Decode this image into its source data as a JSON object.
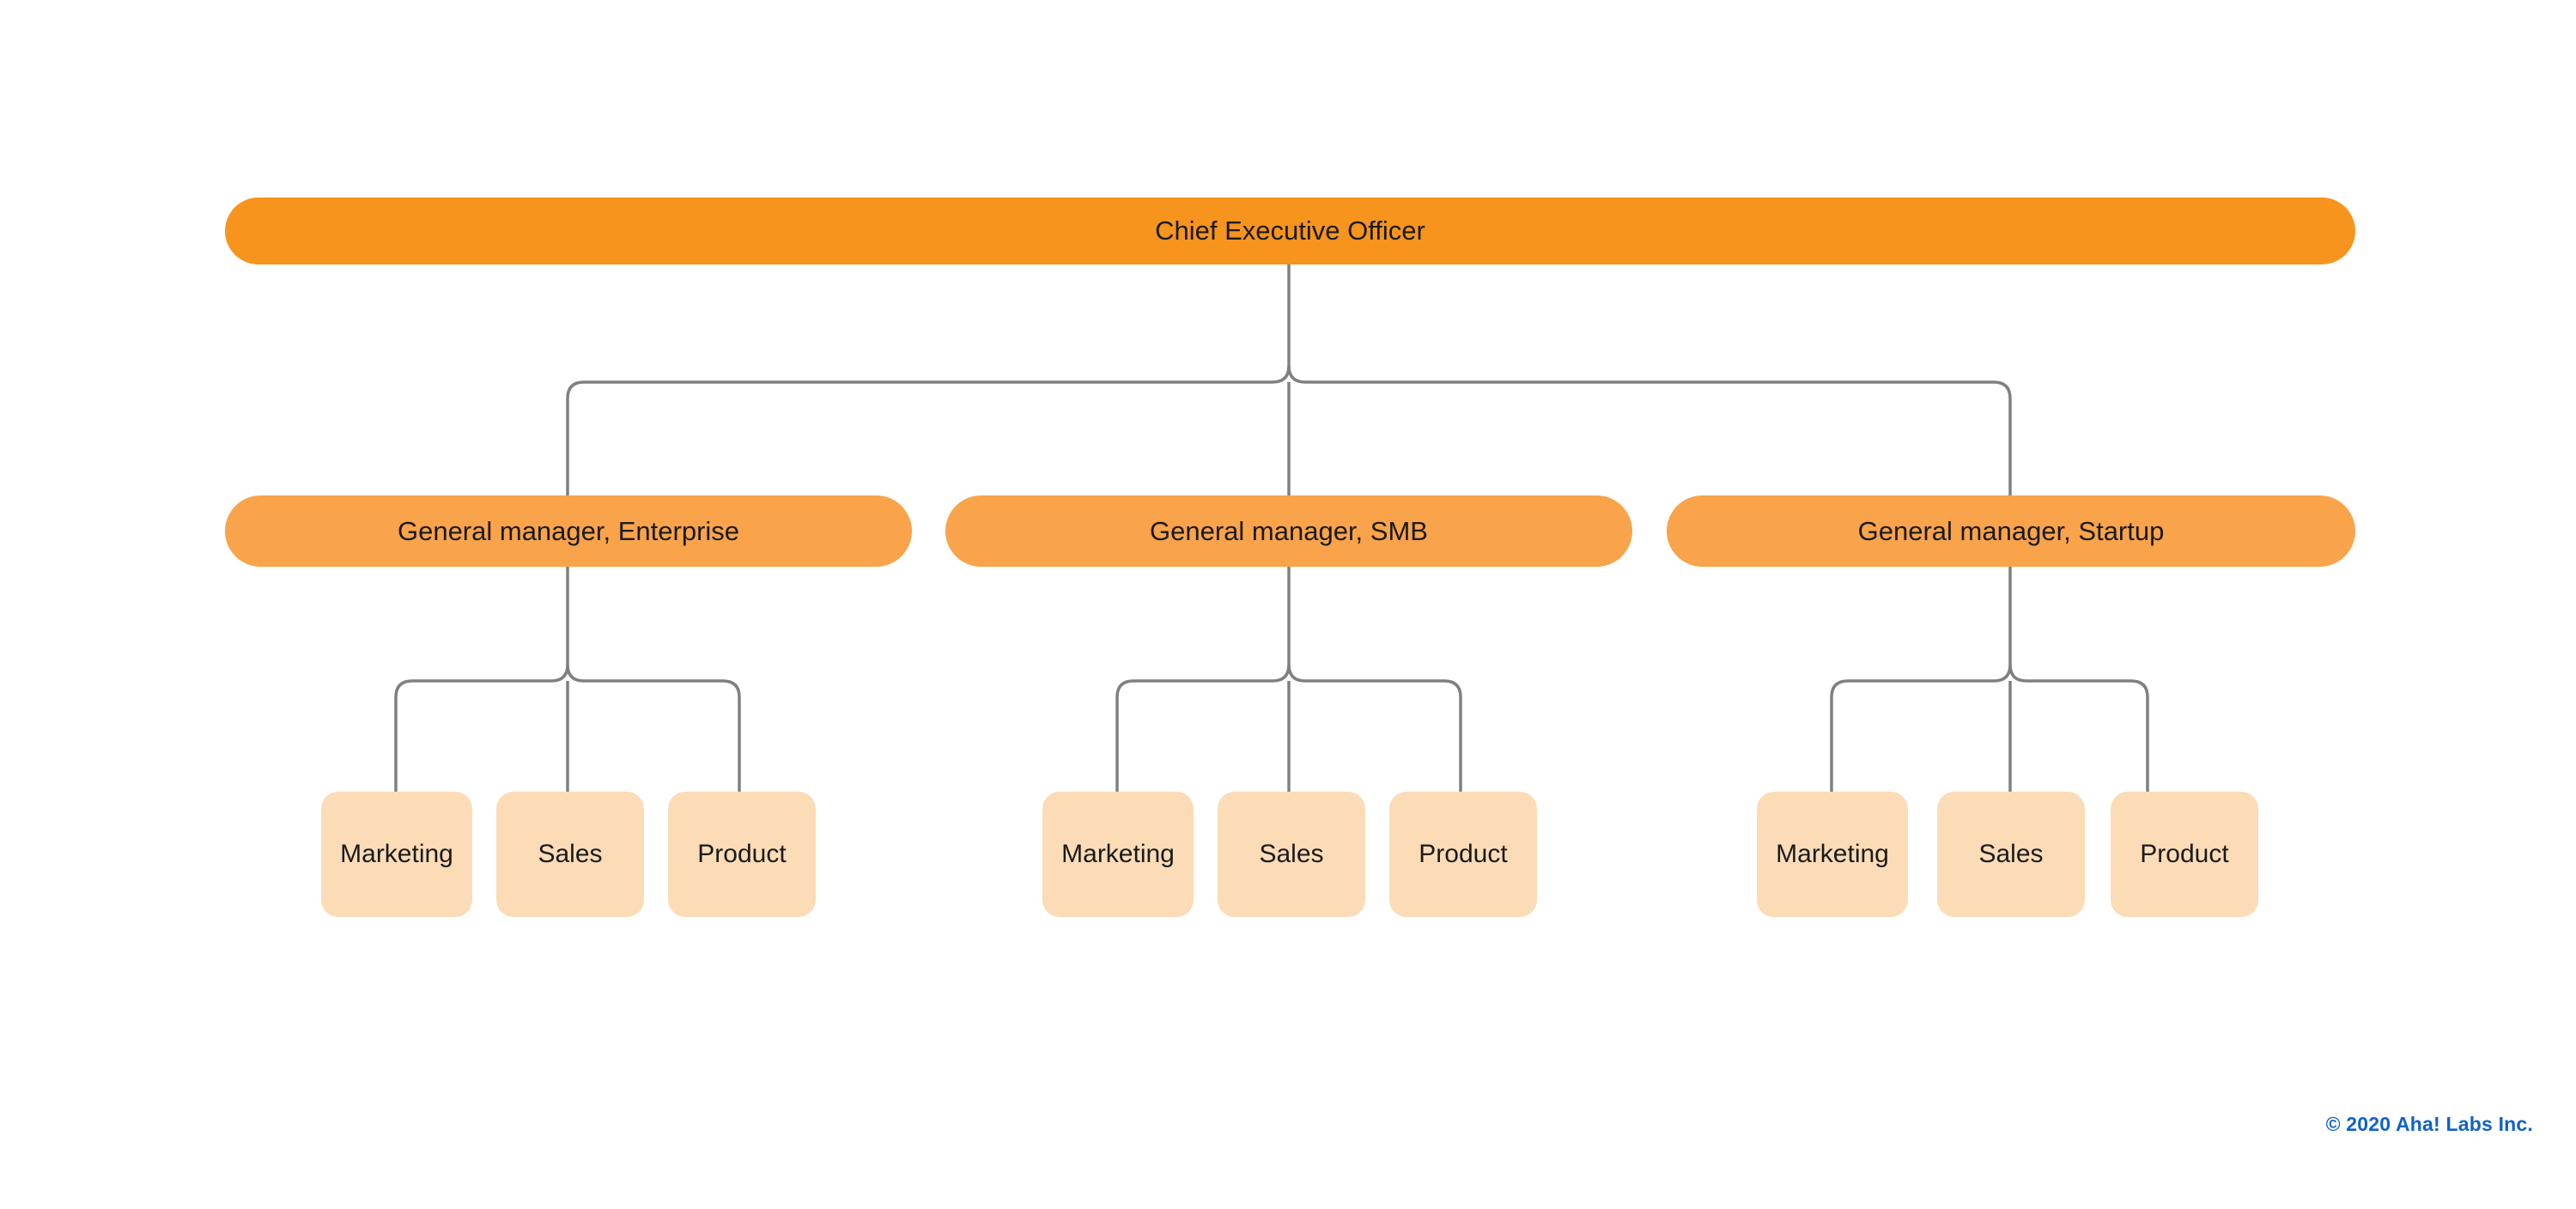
{
  "chart_data": {
    "type": "diagram",
    "diagram_type": "organizational-chart",
    "title": "",
    "levels": 3,
    "nodes": [
      {
        "id": "ceo",
        "label": "Chief Executive Officer",
        "level": 0,
        "parent": null,
        "color": "#F7941E"
      },
      {
        "id": "gm-enterprise",
        "label": "General manager, Enterprise",
        "level": 1,
        "parent": "ceo",
        "color": "#F9A34A"
      },
      {
        "id": "gm-smb",
        "label": "General manager, SMB",
        "level": 1,
        "parent": "ceo",
        "color": "#F9A34A"
      },
      {
        "id": "gm-startup",
        "label": "General manager, Startup",
        "level": 1,
        "parent": "ceo",
        "color": "#F9A34A"
      },
      {
        "id": "ent-marketing",
        "label": "Marketing",
        "level": 2,
        "parent": "gm-enterprise",
        "color": "#FBDCB7"
      },
      {
        "id": "ent-sales",
        "label": "Sales",
        "level": 2,
        "parent": "gm-enterprise",
        "color": "#FBDCB7"
      },
      {
        "id": "ent-product",
        "label": "Product",
        "level": 2,
        "parent": "gm-enterprise",
        "color": "#FBDCB7"
      },
      {
        "id": "smb-marketing",
        "label": "Marketing",
        "level": 2,
        "parent": "gm-smb",
        "color": "#FBDCB7"
      },
      {
        "id": "smb-sales",
        "label": "Sales",
        "level": 2,
        "parent": "gm-smb",
        "color": "#FBDCB7"
      },
      {
        "id": "smb-product",
        "label": "Product",
        "level": 2,
        "parent": "gm-smb",
        "color": "#FBDCB7"
      },
      {
        "id": "startup-marketing",
        "label": "Marketing",
        "level": 2,
        "parent": "gm-startup",
        "color": "#FBDCB7"
      },
      {
        "id": "startup-sales",
        "label": "Sales",
        "level": 2,
        "parent": "gm-startup",
        "color": "#FBDCB7"
      },
      {
        "id": "startup-product",
        "label": "Product",
        "level": 2,
        "parent": "gm-startup",
        "color": "#FBDCB7"
      }
    ],
    "edges": [
      {
        "from": "ceo",
        "to": "gm-enterprise"
      },
      {
        "from": "ceo",
        "to": "gm-smb"
      },
      {
        "from": "ceo",
        "to": "gm-startup"
      },
      {
        "from": "gm-enterprise",
        "to": "ent-marketing"
      },
      {
        "from": "gm-enterprise",
        "to": "ent-sales"
      },
      {
        "from": "gm-enterprise",
        "to": "ent-product"
      },
      {
        "from": "gm-smb",
        "to": "smb-marketing"
      },
      {
        "from": "gm-smb",
        "to": "smb-sales"
      },
      {
        "from": "gm-smb",
        "to": "smb-product"
      },
      {
        "from": "gm-startup",
        "to": "startup-marketing"
      },
      {
        "from": "gm-startup",
        "to": "startup-sales"
      },
      {
        "from": "gm-startup",
        "to": "startup-product"
      }
    ],
    "connector_color": "#808080",
    "background": "#FFFFFF"
  },
  "chart": {
    "root": {
      "label": "Chief Executive Officer"
    },
    "branches": [
      {
        "manager": "General manager, Enterprise",
        "teams": [
          "Marketing",
          "Sales",
          "Product"
        ]
      },
      {
        "manager": "General manager, SMB",
        "teams": [
          "Marketing",
          "Sales",
          "Product"
        ]
      },
      {
        "manager": "General manager, Startup",
        "teams": [
          "Marketing",
          "Sales",
          "Product"
        ]
      }
    ]
  },
  "footer": {
    "copyright": "© 2020 Aha! Labs Inc."
  }
}
